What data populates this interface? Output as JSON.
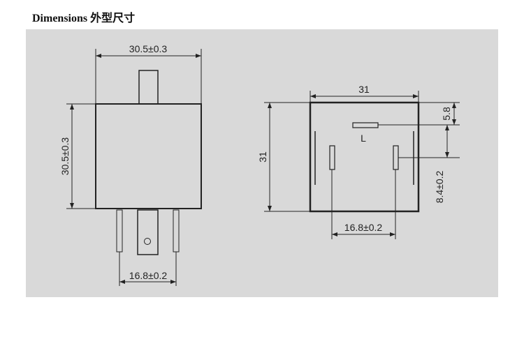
{
  "header": {
    "title": "Dimensions 外型尺寸"
  },
  "side_view": {
    "width_label": "30.5±0.3",
    "height_label": "30.5±0.3",
    "pin_spacing_label": "16.8±0.2"
  },
  "bottom_view": {
    "width_label": "31",
    "height_label": "31",
    "top_offset_label": "5.8",
    "pin_offset_label": "8.4±0.2",
    "pin_spacing_label": "16.8±0.2",
    "pin_l_label": "L"
  },
  "colors": {
    "panel": "#d9d9d9",
    "line": "#222222"
  }
}
